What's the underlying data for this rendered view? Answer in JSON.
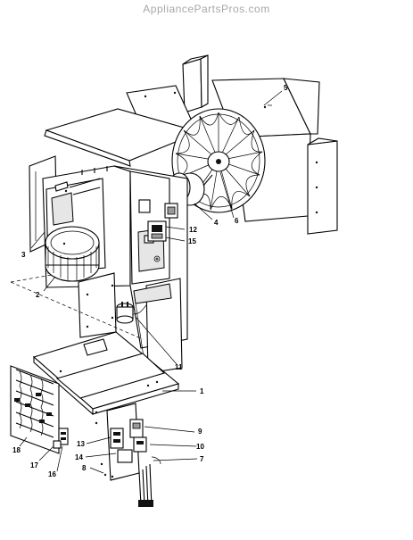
{
  "watermark": "AppliancePartsPros.com",
  "callouts": [
    "1",
    "2",
    "3",
    "4",
    "5",
    "6",
    "7",
    "8",
    "9",
    "10",
    "11",
    "12",
    "13",
    "14",
    "15",
    "16",
    "17",
    "18"
  ],
  "colors": {
    "line": "#000000",
    "background": "#ffffff",
    "watermark": "#a7a7a7",
    "shade": "#9a9a9a"
  }
}
